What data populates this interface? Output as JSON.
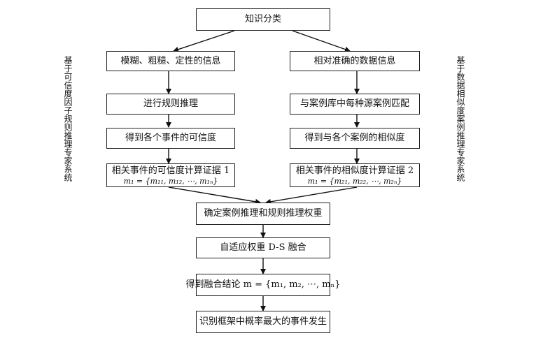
{
  "nodes": {
    "knowledge_classification": "知识分类",
    "fuzzy_info": "模糊、粗糙、定性的信息",
    "accurate_info": "相对准确的数据信息",
    "rule_reasoning": "进行规则推理",
    "case_matching": "与案例库中每种源案例匹配",
    "credibility": "得到各个事件的可信度",
    "similarity": "得到与各个案例的相似度",
    "evidence1_line1": "相关事件的可信度计算证据 1",
    "evidence1_line2": "m₁ = {m₁₁, m₁₂, ⋯, m₁ₙ}",
    "evidence2_line1": "相关事件的相似度计算证据 2",
    "evidence2_line2": "m₁ = {m₂₁, m₂₂, ⋯, m₂ₙ}",
    "determine_weights": "确定案例推理和规则推理权重",
    "adaptive_fusion": "自适应权重 D-S 融合",
    "fusion_result": "得到融合结论 m = {m₁, m₂, ⋯, mₙ}",
    "identify_event": "识别框架中概率最大的事件发生"
  },
  "side_labels": {
    "left": "基于可信度因子规则推理专家系统",
    "right": "基于数据相似度案例推理专家系统"
  }
}
